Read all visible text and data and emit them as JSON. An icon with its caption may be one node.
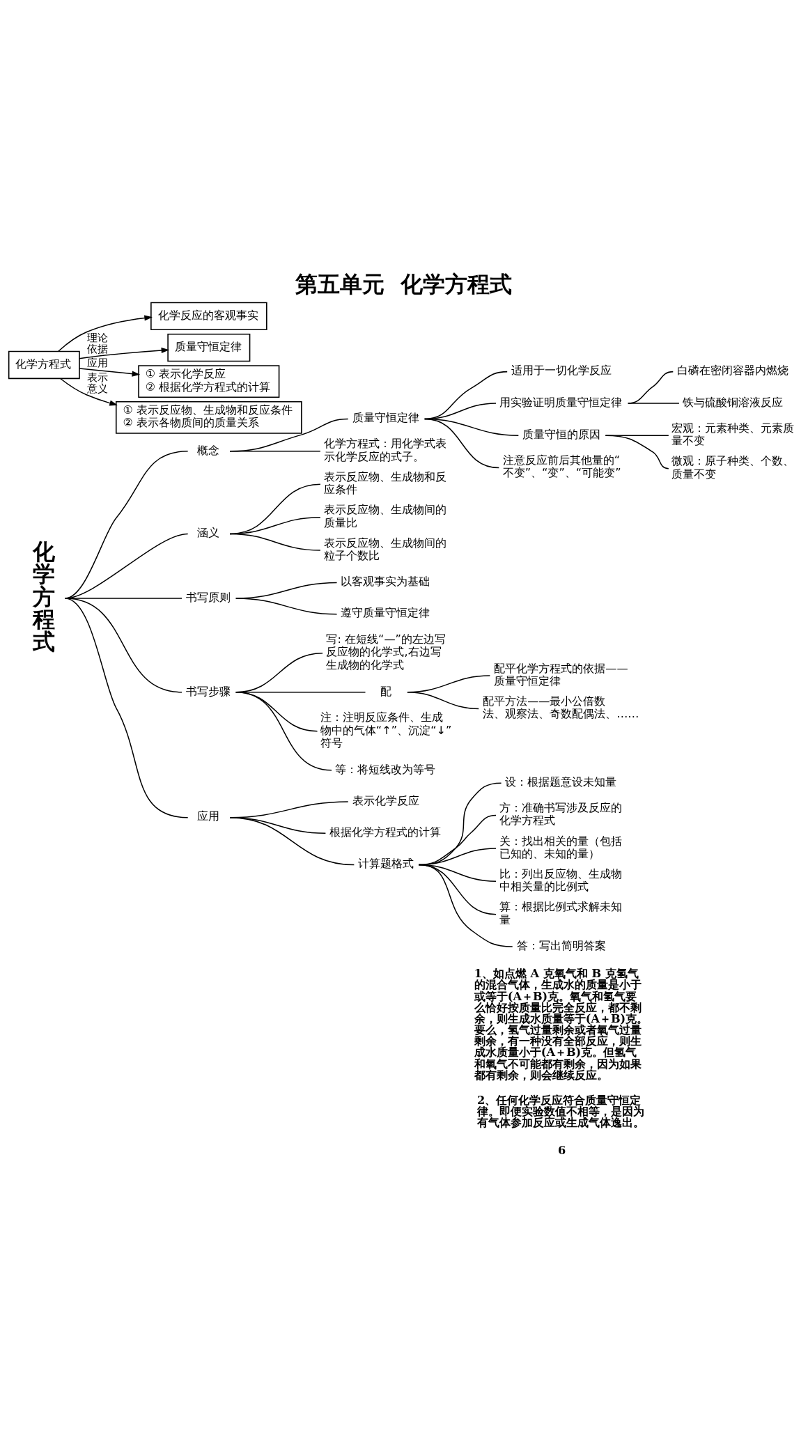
{
  "diagram": {
    "title": "第五单元  化学方程式",
    "nodes": [
      {
        "text": [
          "化学反应的客观事实"
        ]
      },
      {
        "text": [
          "质量守恒定律"
        ]
      },
      {
        "text": [
          "化学方程式"
        ]
      },
      {
        "text": [
          "① 表示化学反应",
          "② 根据化学方程式的计算"
        ]
      },
      {
        "text": [
          "① 表示反应物、生成物和反应条件",
          "② 表示各物质间的质量关系"
        ]
      },
      {
        "text": [
          "化学方程式"
        ]
      },
      {
        "text": [
          "概念"
        ]
      },
      {
        "text": [
          "质量守恒定律"
        ]
      },
      {
        "text": [
          "适用于一切化学反应"
        ]
      },
      {
        "text": [
          "用实验证明质量守恒定律"
        ]
      },
      {
        "text": [
          "白磷在密闭容器内燃烧"
        ]
      },
      {
        "text": [
          "铁与硫酸铜溶液反应"
        ]
      },
      {
        "text": [
          "质量守恒的原因"
        ]
      },
      {
        "text": [
          "宏观：元素种类、元素质量不变"
        ]
      },
      {
        "text": [
          "微观：原子种类、个数、质量不变"
        ]
      },
      {
        "text": [
          "注意反应前后其他量的“不变”、“变”、“可能变”"
        ]
      },
      {
        "text": [
          "化学方程式：用化学式表示化学反应的式子。"
        ]
      },
      {
        "text": [
          "涵义"
        ]
      },
      {
        "text": [
          "表示反应物、生成物和反应条件"
        ]
      },
      {
        "text": [
          "表示反应物、生成物间的质量比"
        ]
      },
      {
        "text": [
          "表示反应物、生成物间的粒子个数比"
        ]
      },
      {
        "text": [
          "书写原则"
        ]
      },
      {
        "text": [
          "以客观事实为基础"
        ]
      },
      {
        "text": [
          "遵守质量守恒定律"
        ]
      },
      {
        "text": [
          "书写步骤"
        ]
      },
      {
        "text": [
          "写: 在短线“—”的左边写反应物的化学式,右边写生成物的化学式"
        ]
      },
      {
        "text": [
          "配"
        ]
      },
      {
        "text": [
          "配平化学方程式的依据——质量守恒定律"
        ]
      },
      {
        "text": [
          "配平方法——最小公倍数法、观察法、奇数配偶法、……"
        ]
      },
      {
        "text": [
          "注：注明反应条件、生成物中的气体“↑”、沉淀“↓”符号"
        ]
      },
      {
        "text": [
          "等：将短线改为等号"
        ]
      },
      {
        "text": [
          "应用"
        ]
      },
      {
        "text": [
          "表示化学反应"
        ]
      },
      {
        "text": [
          "根据化学方程式的计算"
        ]
      },
      {
        "text": [
          "计算题格式"
        ]
      },
      {
        "text": [
          "设：根据题意设未知量"
        ]
      },
      {
        "text": [
          "方：准确书写涉及反应的化学方程式"
        ]
      },
      {
        "text": [
          "关：找出相关的量（包括已知的、未知的量）"
        ]
      },
      {
        "text": [
          "比：列出反应物、生成物中相关量的比例式"
        ]
      },
      {
        "text": [
          "算：根据比例式求解未知量"
        ]
      },
      {
        "text": [
          "答：写出简明答案"
        ]
      }
    ],
    "edges": [
      {
        "from": 2,
        "to": 0,
        "arrow": "to"
      },
      {
        "from": 2,
        "to": 1,
        "arrow": "to",
        "label": "理论依据"
      },
      {
        "from": 2,
        "to": 3,
        "arrow": "to",
        "label": "应用"
      },
      {
        "from": 2,
        "to": 4,
        "arrow": "to",
        "label": "表示意义"
      },
      {
        "from": 5,
        "to": 6,
        "arrow": "none"
      },
      {
        "from": 6,
        "to": 7,
        "arrow": "none"
      },
      {
        "from": 7,
        "to": 8,
        "arrow": "none"
      },
      {
        "from": 7,
        "to": 9,
        "arrow": "none"
      },
      {
        "from": 9,
        "to": 10,
        "arrow": "none"
      },
      {
        "from": 9,
        "to": 11,
        "arrow": "none"
      },
      {
        "from": 7,
        "to": 12,
        "arrow": "none"
      },
      {
        "from": 12,
        "to": 13,
        "arrow": "none"
      },
      {
        "from": 12,
        "to": 14,
        "arrow": "none"
      },
      {
        "from": 7,
        "to": 15,
        "arrow": "none"
      },
      {
        "from": 6,
        "to": 16,
        "arrow": "none"
      },
      {
        "from": 5,
        "to": 17,
        "arrow": "none"
      },
      {
        "from": 17,
        "to": 18,
        "arrow": "none"
      },
      {
        "from": 17,
        "to": 19,
        "arrow": "none"
      },
      {
        "from": 17,
        "to": 20,
        "arrow": "none"
      },
      {
        "from": 5,
        "to": 21,
        "arrow": "none"
      },
      {
        "from": 21,
        "to": 22,
        "arrow": "none"
      },
      {
        "from": 21,
        "to": 23,
        "arrow": "none"
      },
      {
        "from": 5,
        "to": 24,
        "arrow": "none"
      },
      {
        "from": 24,
        "to": 25,
        "arrow": "none"
      },
      {
        "from": 24,
        "to": 26,
        "arrow": "none"
      },
      {
        "from": 26,
        "to": 27,
        "arrow": "none"
      },
      {
        "from": 26,
        "to": 28,
        "arrow": "none"
      },
      {
        "from": 24,
        "to": 29,
        "arrow": "none"
      },
      {
        "from": 24,
        "to": 30,
        "arrow": "none"
      },
      {
        "from": 5,
        "to": 31,
        "arrow": "none"
      },
      {
        "from": 31,
        "to": 32,
        "arrow": "none"
      },
      {
        "from": 31,
        "to": 33,
        "arrow": "none"
      },
      {
        "from": 31,
        "to": 34,
        "arrow": "none"
      },
      {
        "from": 34,
        "to": 35,
        "arrow": "none"
      },
      {
        "from": 34,
        "to": 36,
        "arrow": "none"
      },
      {
        "from": 34,
        "to": 37,
        "arrow": "none"
      },
      {
        "from": 34,
        "to": 38,
        "arrow": "none"
      },
      {
        "from": 34,
        "to": 39,
        "arrow": "none"
      },
      {
        "from": 34,
        "to": 40,
        "arrow": "none"
      }
    ],
    "labels": [
      "1、如点燃 A 克氧气和 B 克氢气的混合气体，生成水的质量是小于或等于(A＋B)克。氧气和氢气要么恰好按质量比完全反应，都不剩余，则生成水质量等于(A＋B)克。要么，氢气过量剩余或者氧气过量剩余，有一种没有全部反应，则生成水质量小于(A＋B)克。但氢气和氧气不可能都有剩余，因为如果都有剩余，则会继续反应。",
      "2、任何化学反应符合质量守恒定律。即便实验数值不相等，是因为有气体参加反应或生成气体逸出。",
      "6"
    ]
  }
}
